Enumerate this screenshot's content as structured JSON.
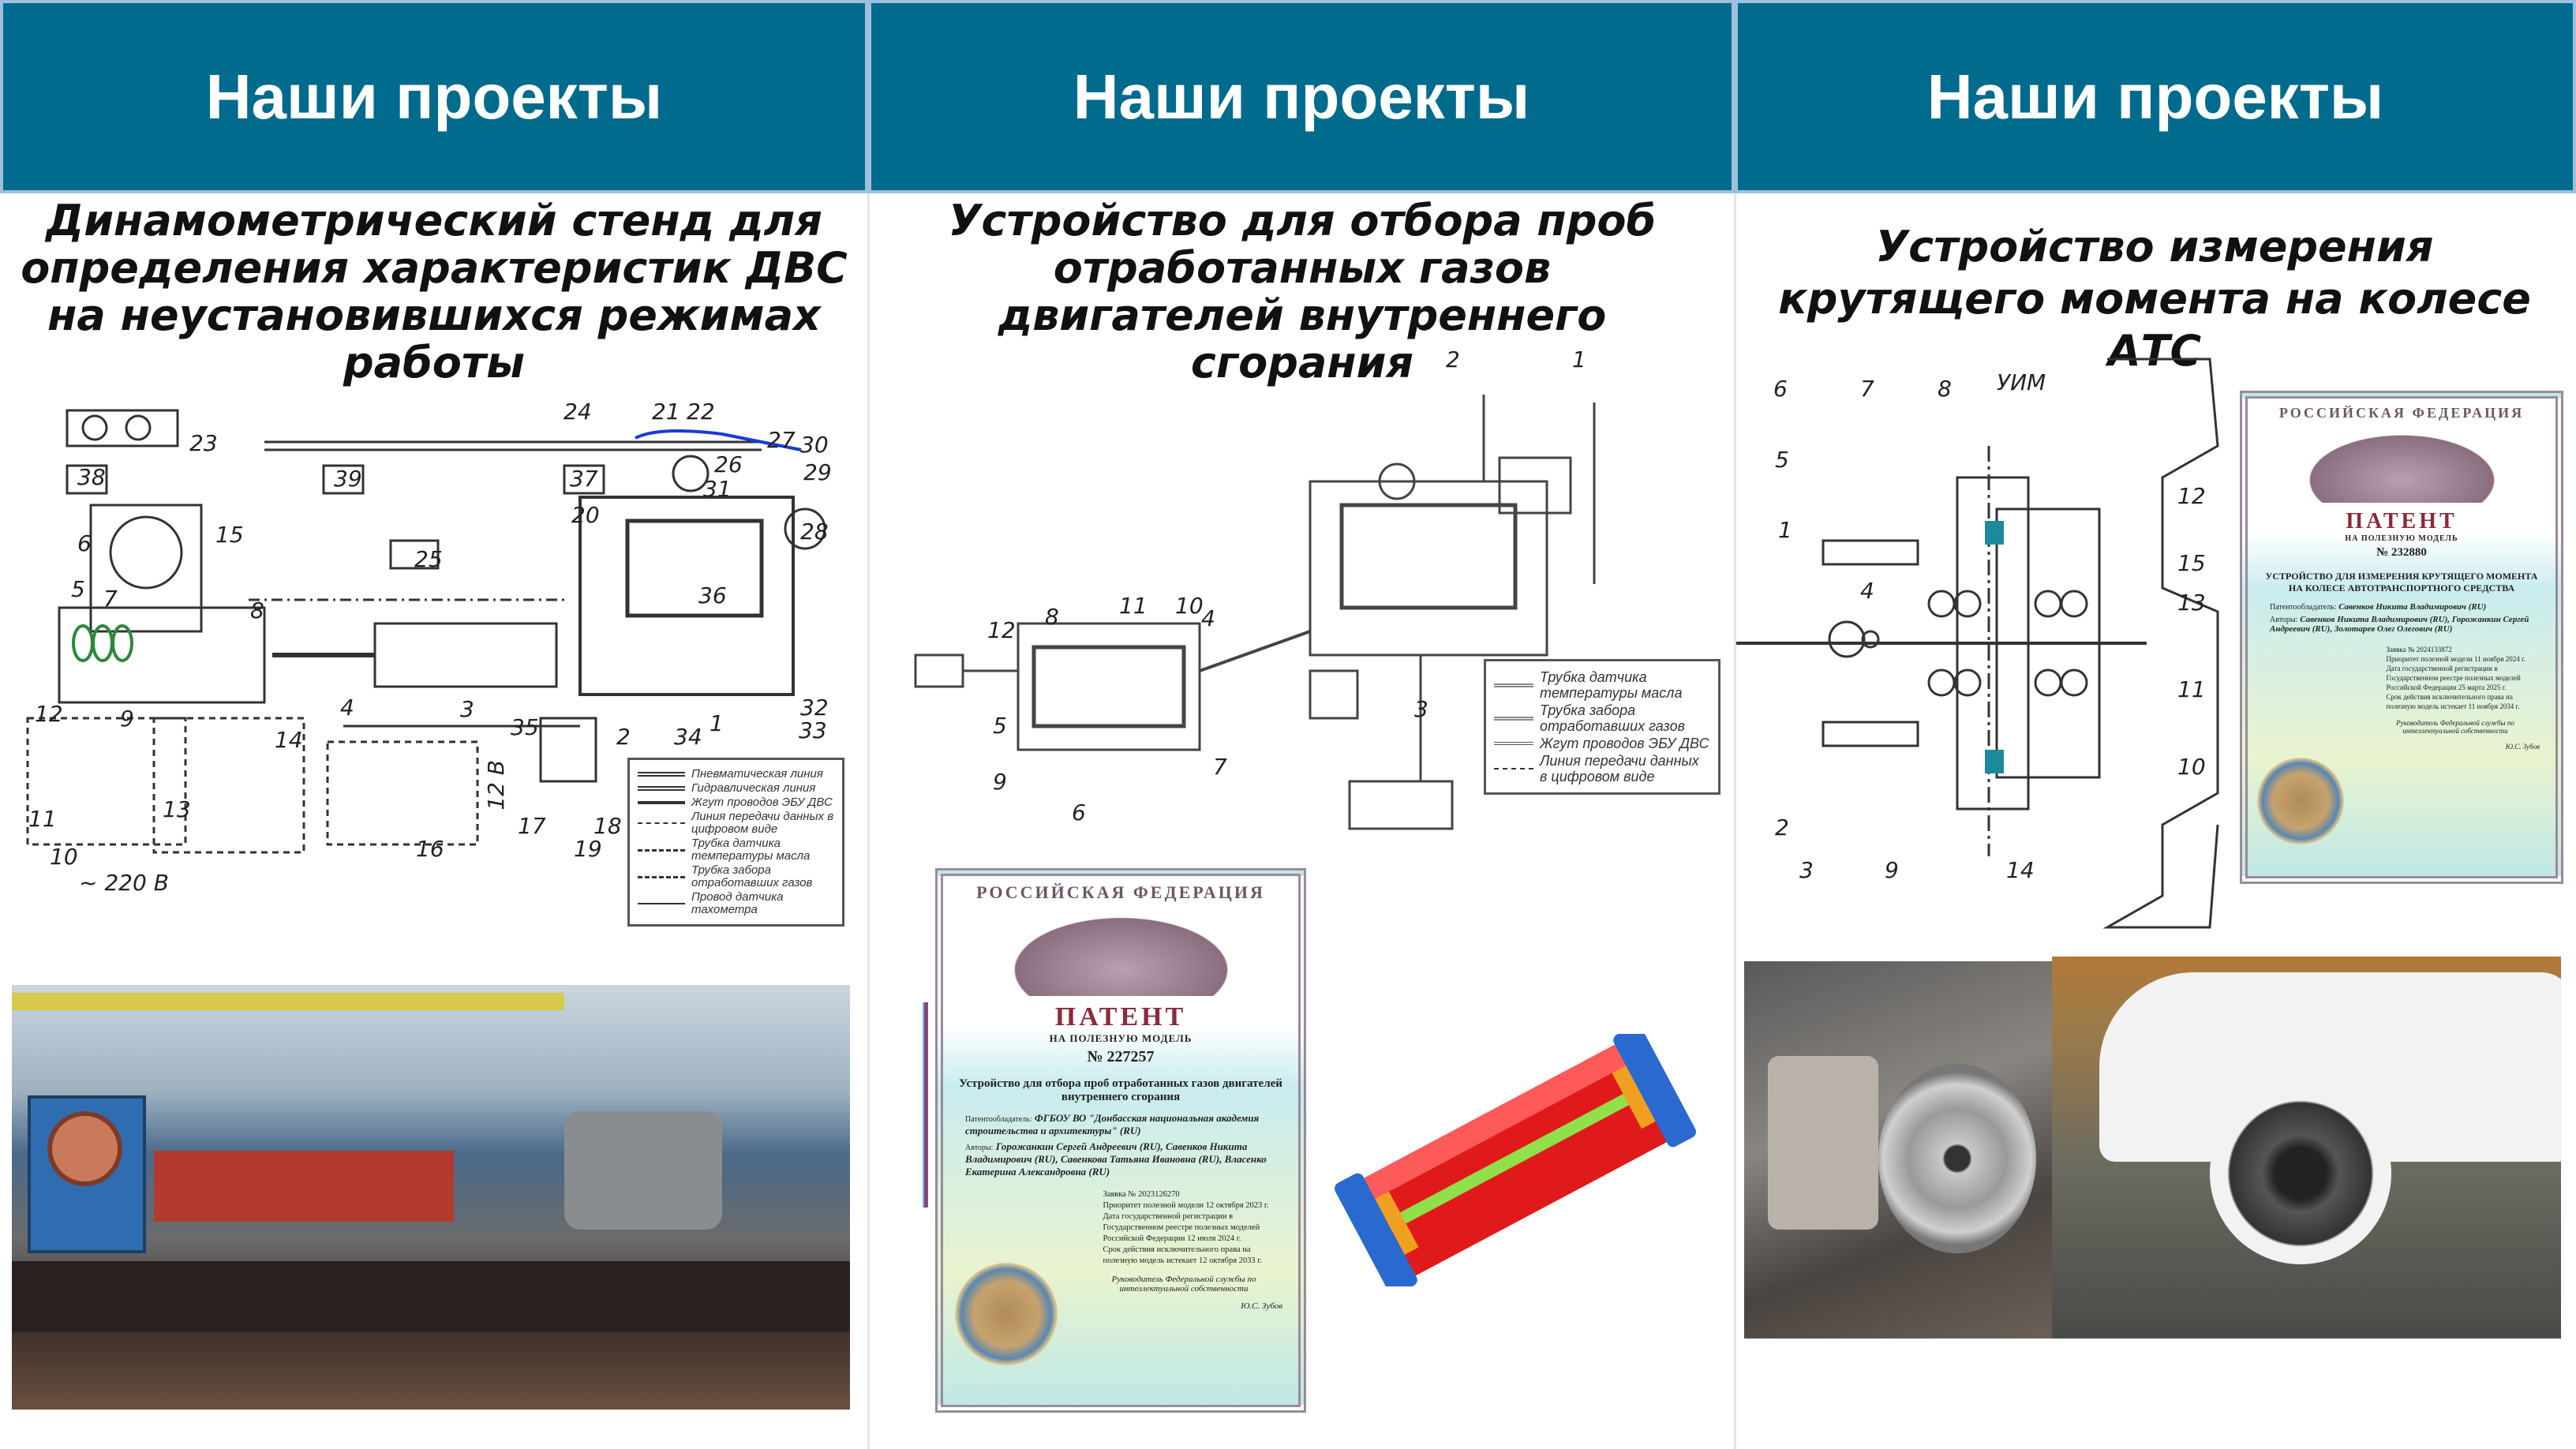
{
  "columns": [
    {
      "header": "Наши проекты",
      "title": "Динамометрический стенд для определения характеристик ДВС на неустановившихся режимах работы"
    },
    {
      "header": "Наши проекты",
      "title": "Устройство для отбора проб отработанных газов двигателей внутреннего сгорания"
    },
    {
      "header": "Наши проекты",
      "title": "Устройство измерения крутящего момента на колесе АТС"
    }
  ],
  "diagram1": {
    "labels": [
      "23",
      "24",
      "21",
      "22",
      "27",
      "30",
      "29",
      "38",
      "39",
      "37",
      "26",
      "31",
      "28",
      "20",
      "6",
      "15",
      "25",
      "5",
      "7",
      "8",
      "36",
      "4",
      "12",
      "9",
      "3",
      "35",
      "2",
      "34",
      "1",
      "32",
      "33",
      "14",
      "13",
      "16",
      "17",
      "18",
      "19",
      "11",
      "10",
      "~ 220 В",
      "12 В"
    ],
    "legend": [
      "Пневматическая линия",
      "Гидравлическая линия",
      "Жгут проводов ЭБУ ДВС",
      "Линия передачи данных в цифровом виде",
      "Трубка датчика температуры масла",
      "Трубка забора отработавших газов",
      "Провод датчика тахометра"
    ]
  },
  "diagram2": {
    "labels": [
      "2",
      "1",
      "12",
      "8",
      "11",
      "10",
      "4",
      "5",
      "9",
      "7",
      "6",
      "3"
    ],
    "legend": [
      "Трубка датчика температуры масла",
      "Трубка забора отработавших газов",
      "Жгут проводов ЭБУ ДВС",
      "Линия передачи данных в цифровом виде"
    ]
  },
  "diagram3": {
    "labels": [
      "6",
      "7",
      "8",
      "УИМ",
      "5",
      "1",
      "4",
      "12",
      "15",
      "13",
      "11",
      "10",
      "2",
      "3",
      "9",
      "14"
    ]
  },
  "patent1": {
    "country": "РОССИЙСКАЯ ФЕДЕРАЦИЯ",
    "word": "ПАТЕНТ",
    "type": "НА ПОЛЕЗНУЮ МОДЕЛЬ",
    "number": "№ 227257",
    "title": "Устройство для отбора проб отработанных газов двигателей внутреннего сгорания",
    "holder_label": "Патентообладатель:",
    "holder": "ФГБОУ ВО \"Донбасская национальная академия строительства и архитектуры\" (RU)",
    "authors_label": "Авторы:",
    "authors": "Горожанкин Сергей Андреевич (RU), Савенков Никита Владимирович (RU), Савенкова Татьяна Ивановна (RU), Власенко Екатерина Александровна (RU)",
    "registration": [
      "Заявка № 2023126270",
      "Приоритет полезной модели 12 октября 2023 г.",
      "Дата государственной регистрации в Государственном реестре полезных моделей Российской Федерации 12 июля 2024 г.",
      "Срок действия исключительного права на полезную модель истекает 12 октября 2033 г."
    ],
    "signatory": "Руководитель Федеральной службы по интеллектуальной собственности",
    "signature_name": "Ю.С. Зубов"
  },
  "patent2": {
    "country": "РОССИЙСКАЯ ФЕДЕРАЦИЯ",
    "word": "ПАТЕНТ",
    "type": "НА ПОЛЕЗНУЮ МОДЕЛЬ",
    "number": "№ 232880",
    "title": "УСТРОЙСТВО ДЛЯ ИЗМЕРЕНИЯ КРУТЯЩЕГО МОМЕНТА НА КОЛЕСЕ АВТОТРАНСПОРТНОГО СРЕДСТВА",
    "holder_label": "Патентообладатель:",
    "holder": "Савенков Никита Владимирович (RU)",
    "authors_label": "Авторы:",
    "authors": "Савенков Никита Владимирович (RU), Горожанкин Сергей Андреевич (RU), Золотарев Олег Олегович (RU)",
    "registration": [
      "Заявка № 2024133872",
      "Приоритет полезной модели 11 ноября 2024 г.",
      "Дата государственной регистрации в Государственном реестре полезных моделей Российской Федерации 25 марта 2025 г.",
      "Срок действия исключительного права на полезную модель истекает 11 ноября 2034 г."
    ],
    "signatory": "Руководитель Федеральной службы по интеллектуальной собственности",
    "signature_name": "Ю.С. Зубов"
  },
  "colors": {
    "header": "#006b8c",
    "header_border": "#9fc0dc"
  }
}
